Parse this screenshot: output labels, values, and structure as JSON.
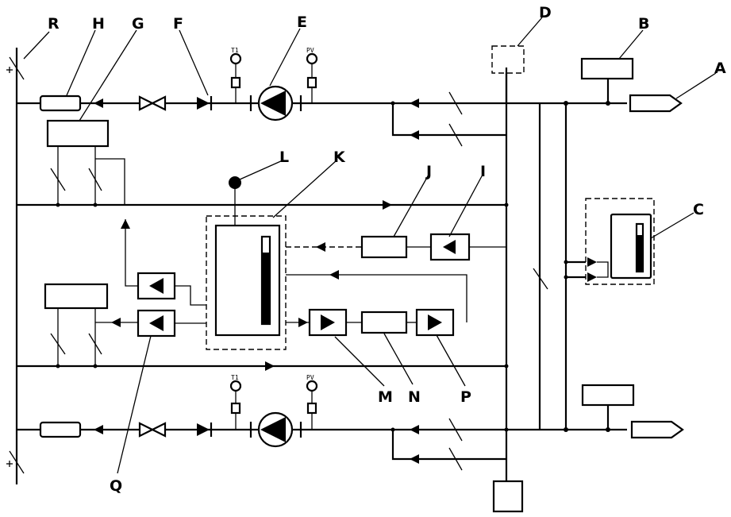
{
  "labels": {
    "A": "A",
    "B": "B",
    "C": "C",
    "D": "D",
    "E": "E",
    "F": "F",
    "G": "G",
    "H": "H",
    "I": "I",
    "J": "J",
    "K": "K",
    "L": "L",
    "M": "M",
    "N": "N",
    "P": "P",
    "Q": "Q",
    "R": "R"
  },
  "gauges": {
    "top_left": "T1",
    "top_right": "PV",
    "bottom_left": "T1",
    "bottom_right": "PV"
  },
  "colors": {
    "stroke": "#000000",
    "background": "#ffffff"
  }
}
